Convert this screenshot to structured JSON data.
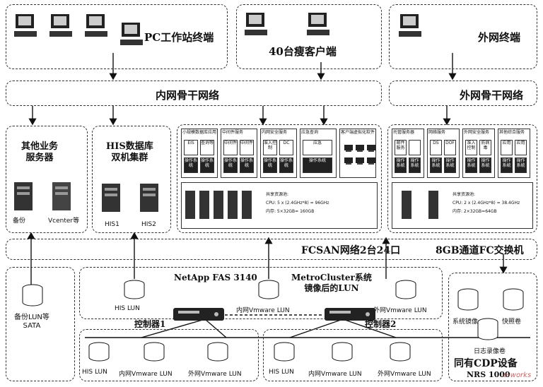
{
  "tiers": {
    "pc": "PC工作站终端",
    "thin": "40台瘦客户端",
    "ext_terminal": "外网终端",
    "inner_backbone": "内网骨干网络",
    "outer_backbone": "外网骨干网络",
    "other_biz": "其他业务\n服务器",
    "his_db": "HIS数据库\n双机集群",
    "backup_label": "备份",
    "vcenter_label": "Vcenter等",
    "his1": "HIS1",
    "his2": "HIS2",
    "fcsan": "FCSAN网络2台24口",
    "fc_switch": "8GB通道FC交换机",
    "netapp": "NetApp FAS 3140",
    "metro": "MetroCluster系统\n镜像后的LUN",
    "his_lun": "HIS LUN",
    "inner_vm_lun": "内网Vmware LUN",
    "outer_vm_lun": "外网Vmware LUN",
    "ctrl1": "控制器1",
    "ctrl2": "控制器2",
    "backup_lun": "备份LUN等\nSATA",
    "sys_mirror": "系统镜像",
    "snapshot": "快照卷",
    "log_vol": "日志录像卷",
    "cdp": "同有CDP设备",
    "nrs": "NRS 1000",
    "watermark": "e-works"
  },
  "inner_groups": [
    {
      "title": "小规模数据库应用",
      "cells": [
        [
          "EIS",
          "查询等"
        ],
        [
          "操作系统",
          "操作系统"
        ]
      ]
    },
    {
      "title": "中间件服务",
      "cells": [
        [
          "中间件",
          "中间件"
        ],
        [
          "操作系统",
          "操作系统"
        ]
      ]
    },
    {
      "title": "内网安全服务",
      "cells": [
        [
          "准入控制",
          "DC"
        ],
        [
          "操作系统",
          "操作系统"
        ]
      ]
    },
    {
      "title": "应急查询",
      "cells": [
        [
          "应急"
        ],
        [
          "操作系统"
        ]
      ]
    },
    {
      "title": "客户端虚拟化软件",
      "cells": []
    }
  ],
  "outer_groups": [
    {
      "title": "托管服务器",
      "cells": [
        [
          "邮件服务",
          ""
        ],
        [
          "操作系统",
          "操作系统"
        ]
      ]
    },
    {
      "title": "网络服务",
      "cells": [
        [
          "DS",
          "DOF"
        ],
        [
          "操作系统",
          "操作系统"
        ]
      ]
    },
    {
      "title": "外网安全服务",
      "cells": [
        [
          "准入控制",
          "防病毒"
        ],
        [
          "操作系统",
          "操作系统"
        ]
      ]
    },
    {
      "title": "其他综合服务",
      "cells": [
        [
          "应用",
          "应用"
        ],
        [
          "操作系统",
          "操作系统"
        ]
      ]
    }
  ],
  "inner_resources": {
    "title": "共享资源池:",
    "cpu": "CPU: 5 x (2.4GHz*8) = 96GHz",
    "mem": "内存: 5×32GB= 160GB"
  },
  "outer_resources": {
    "title": "共享资源池:",
    "cpu": "CPU: 2 x (2.4GHz*8) = 38.4GHz",
    "mem": "内存: 2×32GB=64GB"
  }
}
